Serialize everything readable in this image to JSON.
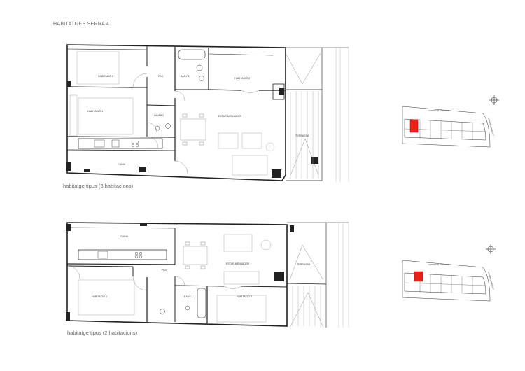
{
  "title": "HABITATGES SERRA 4",
  "plans": [
    {
      "caption": "habitatge tipus (3 habitacions)",
      "rooms": {
        "hab2": "HABITACIÓ 2",
        "pas": "PAS",
        "bany": "BANY 1",
        "hab3": "HABITACIÓ 3",
        "hab1": "HABITACIÓ 1",
        "rentador": "LAVABO",
        "estar": "ESTAR-MENJADOR",
        "terrassa": "TERRASSA",
        "cuina": "CUINA"
      }
    },
    {
      "caption": "habitatge tipus (2 habitacions)",
      "rooms": {
        "cuina": "CUINA",
        "estar": "ESTAR-MENJADOR",
        "terrassa": "TERRASSA",
        "pas": "PAS",
        "hab1": "HABITACIÓ 1",
        "bany": "BANY 1",
        "hab2": "HABITACIÓ 2"
      }
    }
  ],
  "site": {
    "street_top": "CARRER DE SANT PAU",
    "street_side": "CARRER LLOBREGAT",
    "north": "N",
    "accent": "#e8221b"
  }
}
